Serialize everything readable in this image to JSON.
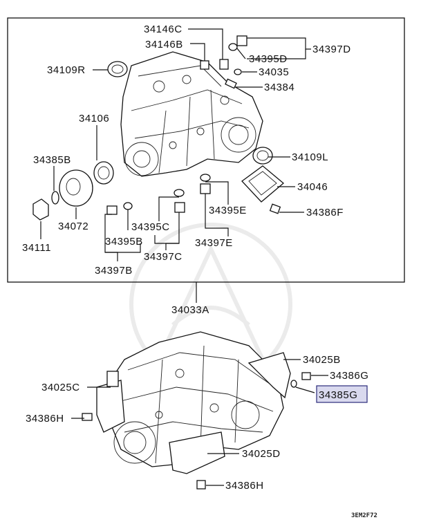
{
  "diagram_code": "3EM2F72",
  "assembly_label": "34033A",
  "highlighted_part": "34385G",
  "callouts": {
    "p34146C": "34146C",
    "p34146B": "34146B",
    "p34395D": "34395D",
    "p34397D": "34397D",
    "p34109R": "34109R",
    "p34035": "34035",
    "p34384": "34384",
    "p34106": "34106",
    "p34109L": "34109L",
    "p34385B": "34385B",
    "p34046": "34046",
    "p34386F": "34386F",
    "p34395E": "34395E",
    "p34072": "34072",
    "p34395C": "34395C",
    "p34395B": "34395B",
    "p34397E": "34397E",
    "p34111": "34111",
    "p34397C": "34397C",
    "p34397B": "34397B",
    "p34025B": "34025B",
    "p34025C": "34025C",
    "p34386G": "34386G",
    "p34385G": "34385G",
    "p34386H_left": "34386H",
    "p34025D": "34025D",
    "p34386H_bottom": "34386H"
  }
}
